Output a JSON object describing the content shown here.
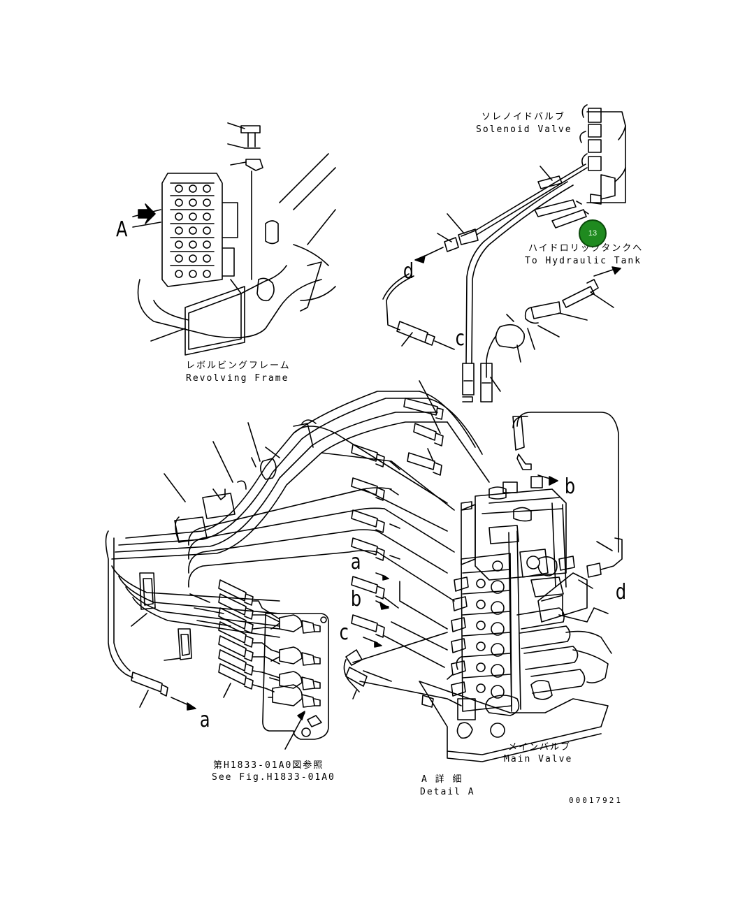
{
  "labels": {
    "solenoid_jp": "ソレノイドバルブ",
    "solenoid_en": "Solenoid Valve",
    "tank_jp": "ハイドロリックタンクへ",
    "tank_en": "To Hydraulic Tank",
    "frame_jp": "レボルビングフレーム",
    "frame_en": "Revolving Frame",
    "mainvalve_jp": "メインバルブ",
    "mainvalve_en": "Main Valve",
    "seefig_jp": "第H1833-01A0図参照",
    "seefig_en": "See Fig.H1833-01A0",
    "detail_jp": "A 詳 細",
    "detail_en": "Detail A",
    "drawing_number": "00017921"
  },
  "callouts": {
    "view_a": "A",
    "a": "a",
    "b": "b",
    "c": "c",
    "d": "d"
  },
  "bubble": {
    "number": "13",
    "color": "#1f8a1f"
  }
}
